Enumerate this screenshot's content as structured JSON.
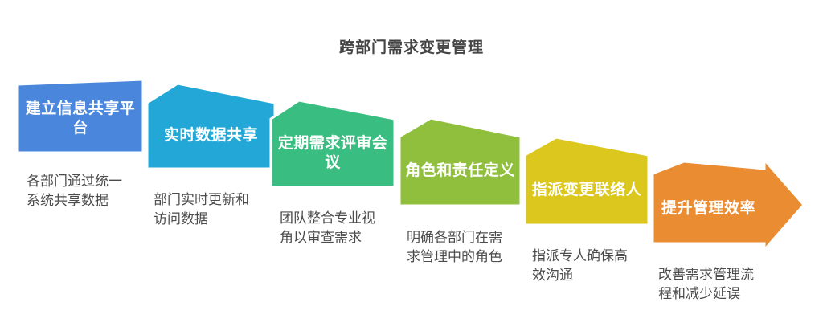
{
  "title": "跨部门需求变更管理",
  "steps": [
    {
      "label": "建立信息共享平台",
      "description": "各部门通过统一系统共享数据",
      "color": "#4a86dc"
    },
    {
      "label": "实时数据共享",
      "description": "部门实时更新和访问数据",
      "color": "#22a7d6"
    },
    {
      "label": "定期需求评审会议",
      "description": "团队整合专业视角以审查需求",
      "color": "#3abd80"
    },
    {
      "label": "角色和责任定义",
      "description": "明确各部门在需求管理中的角色",
      "color": "#90bf3e"
    },
    {
      "label": "指派变更联络人",
      "description": "指派专人确保高效沟通",
      "color": "#dcc71e"
    },
    {
      "label": "提升管理效率",
      "description": "改善需求管理流程和减少延误",
      "color": "#e98c32"
    }
  ],
  "text_color": "#4c4c4c",
  "label_text_color": "#ffffff"
}
